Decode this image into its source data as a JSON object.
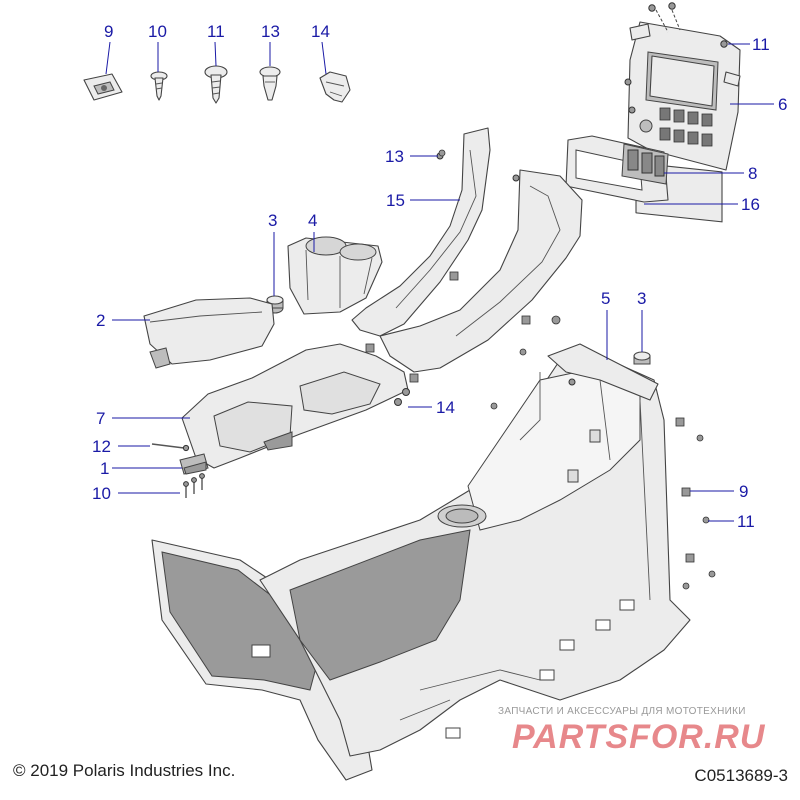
{
  "callouts": [
    {
      "id": "c9a",
      "label": "9"
    },
    {
      "id": "c10a",
      "label": "10"
    },
    {
      "id": "c11a",
      "label": "11"
    },
    {
      "id": "c13a",
      "label": "13"
    },
    {
      "id": "c14a",
      "label": "14"
    },
    {
      "id": "c11b",
      "label": "11"
    },
    {
      "id": "c6",
      "label": "6"
    },
    {
      "id": "c13b",
      "label": "13"
    },
    {
      "id": "c15",
      "label": "15"
    },
    {
      "id": "c8",
      "label": "8"
    },
    {
      "id": "c16",
      "label": "16"
    },
    {
      "id": "c3a",
      "label": "3"
    },
    {
      "id": "c4",
      "label": "4"
    },
    {
      "id": "c2",
      "label": "2"
    },
    {
      "id": "c5",
      "label": "5"
    },
    {
      "id": "c3b",
      "label": "3"
    },
    {
      "id": "c7",
      "label": "7"
    },
    {
      "id": "c14b",
      "label": "14"
    },
    {
      "id": "c12",
      "label": "12"
    },
    {
      "id": "c1",
      "label": "1"
    },
    {
      "id": "c10b",
      "label": "10"
    },
    {
      "id": "c9b",
      "label": "9"
    },
    {
      "id": "c11c",
      "label": "11"
    }
  ],
  "footer": {
    "copyright": "© 2019 Polaris Industries Inc.",
    "diagram_id": "C0513689-3"
  },
  "watermark": {
    "tagline": "ЗАПЧАСТИ И АКСЕССУАРЫ ДЛЯ МОТОТЕХНИКИ",
    "brand": "PARTSFOR.RU"
  },
  "colors": {
    "callout": "#1a1aa6",
    "watermark_red": "#d4282e"
  }
}
